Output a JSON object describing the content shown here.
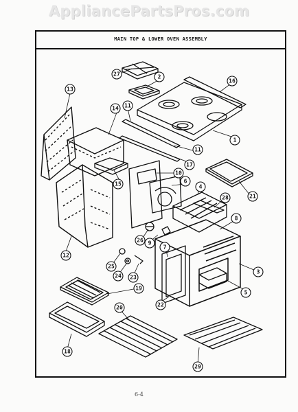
{
  "watermark": "AppliancePartsPros.com",
  "title": "MAIN TOP & LOWER OVEN ASSEMBLY",
  "footer_mark": "6-4",
  "callouts": [
    "27",
    "2",
    "16",
    "13",
    "14",
    "11",
    "1",
    "11",
    "17",
    "15",
    "10",
    "21",
    "6",
    "4",
    "28",
    "12",
    "26",
    "9",
    "8",
    "7",
    "3",
    "25",
    "24",
    "23",
    "5",
    "19",
    "22",
    "20",
    "18",
    "29"
  ]
}
